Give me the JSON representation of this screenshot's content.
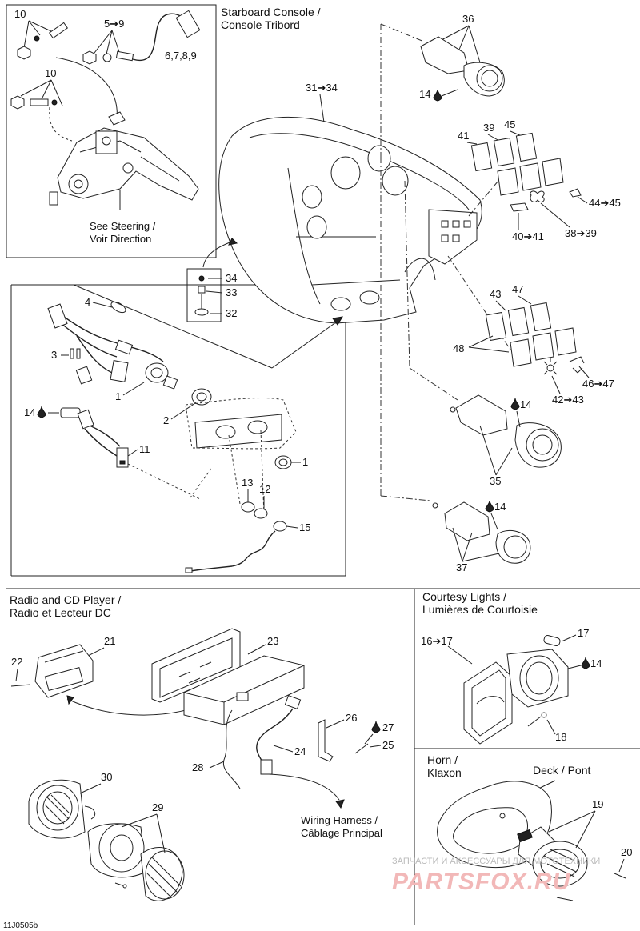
{
  "sections": {
    "starboard_console": [
      "Starboard Console /",
      "Console Tribord"
    ],
    "radio": [
      "Radio and CD Player /",
      "Radio et Lecteur DC"
    ],
    "courtesy": [
      "Courtesy Lights /",
      "Lumières de Courtoisie"
    ],
    "horn": [
      "Horn /",
      "Klaxon"
    ],
    "see_steering": [
      "See  Steering /",
      "Voir Direction"
    ],
    "wiring": [
      "Wiring Harness /",
      "Câblage Principal"
    ],
    "deck": "Deck / Pont"
  },
  "callouts": {
    "c10a": "10",
    "c59": "5➔9",
    "c6789": "6,7,8,9",
    "c10b": "10",
    "c3134": "31➔34",
    "c36": "36",
    "c14a": "14",
    "c34": "34",
    "c33": "33",
    "c32": "32",
    "c39": "39",
    "c45": "45",
    "c41": "41",
    "c4445": "44➔45",
    "c4041": "40➔41",
    "c3839": "38➔39",
    "c4": "4",
    "c3": "3",
    "c1a": "1",
    "c2": "2",
    "c14b": "14",
    "c11": "11",
    "c1b": "1",
    "c13": "13",
    "c12": "12",
    "c15": "15",
    "c43": "43",
    "c47": "47",
    "c48": "48",
    "c4647": "46➔47",
    "c4243": "42➔43",
    "c14c": "14",
    "c35": "35",
    "c14d": "14",
    "c37": "37",
    "c21": "21",
    "c22": "22",
    "c23": "23",
    "c26": "26",
    "c27": "27",
    "c25": "25",
    "c24": "24",
    "c28": "28",
    "c30": "30",
    "c29": "29",
    "c1617": "16➔17",
    "c17": "17",
    "c14e": "14",
    "c18": "18",
    "c19": "19",
    "c20": "20"
  },
  "drawing_code": "11J0505b",
  "watermark": {
    "line1": "ЗАПЧАСТИ И АКСЕССУАРЫ ДЛЯ МОТОТЕХНИКИ",
    "line2": "PARTSFOX.RU"
  }
}
